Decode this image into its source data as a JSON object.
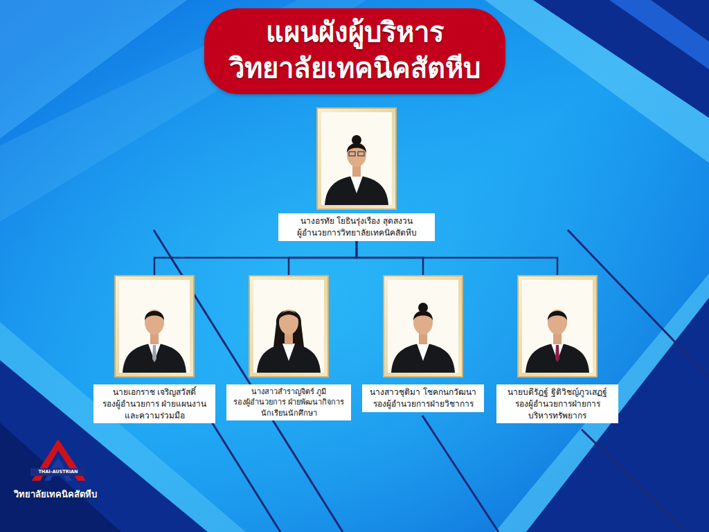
{
  "diagram": {
    "title": "แผนผังผู้บริหาร วิทยาลัยเทคนิคสัตหีบ",
    "nodes": [
      {
        "text": [
          "นางอรทัย โยธินรุ่งเรือง สุดสงวน",
          "ผู้อำนวยการวิทยาลัยเทคนิคสัตหีบ"
        ]
      },
      {
        "text": [
          "นายเอกราช เจริญสวัสดิ์",
          "รองผู้อำนวยการ ฝ่ายแผนงานและความร่วมมือ"
        ]
      },
      {
        "text": [
          "นางสาวสำราญจิตร์ ภูมี",
          "รองผู้อำนวยการ ฝ่ายพัฒนากิจการนักเรียนนักศึกษา"
        ]
      },
      {
        "text": [
          "นางสาวชุติมา โชคกนกวัฒนา",
          "รองผู้อำนวยการฝ่ายวิชาการ"
        ]
      },
      {
        "text": [
          "นายบดีรัฎฐ์ ฐิติวิชญ์ภูวเสฏฐ์",
          "รองผู้อำนวยการฝ่ายการ บริหารทรัพยากร"
        ]
      }
    ],
    "edges": [
      {
        "from": 0,
        "to": 1,
        "arrow": "none"
      },
      {
        "from": 0,
        "to": 2,
        "arrow": "none"
      },
      {
        "from": 0,
        "to": 3,
        "arrow": "none"
      },
      {
        "from": 0,
        "to": 4,
        "arrow": "none"
      }
    ],
    "labels": [
      "THAI-AUSTRIAN",
      "วิทยาลัยเทคนิคสัตหีบ"
    ]
  }
}
